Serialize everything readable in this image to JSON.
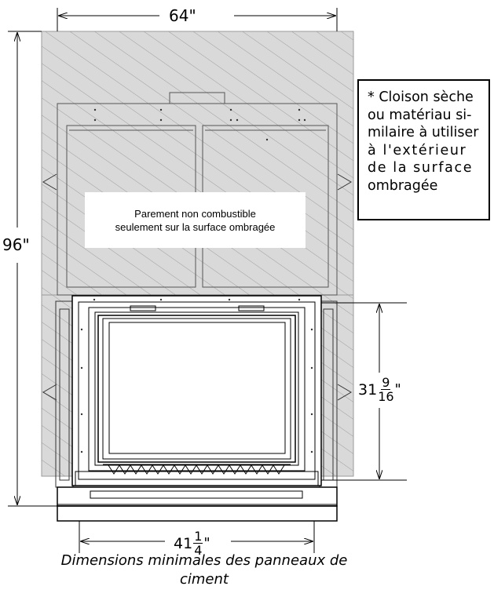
{
  "note": {
    "lines": [
      "* Cloison sèche",
      "ou matériau si-",
      "milaire à utiliser",
      "à l'extérieur",
      "de la surface",
      "ombragée"
    ]
  },
  "facing_label": {
    "line1": "Parement non combustible",
    "line2": "seulement sur la surface ombragée"
  },
  "dimensions": {
    "width_top": "64\"",
    "height_left": "96\"",
    "right_whole": "31",
    "right_num": "9",
    "right_den": "16",
    "right_unit": "\"",
    "bottom_whole": "41",
    "bottom_num": "1",
    "bottom_den": "4",
    "bottom_unit": "\""
  },
  "caption": {
    "line1": "Dimensions minimales des panneaux de",
    "line2": "ciment"
  },
  "colors": {
    "shade": "#d9d9d9",
    "line": "#000000",
    "hatch": "#9a9a9a"
  }
}
